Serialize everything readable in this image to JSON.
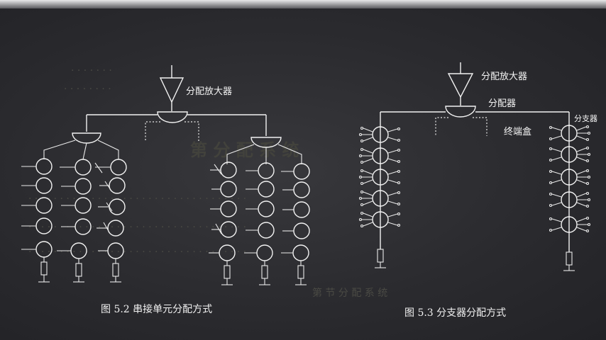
{
  "figure_left": {
    "caption": "图 5.2    串接单元分配方式",
    "amplifier_label": "分配放大器"
  },
  "figure_right": {
    "caption": "图 5.3    分支器分配方式",
    "amplifier_label": "分配放大器",
    "splitter_label": "分配器",
    "terminal_box_label": "终端盒",
    "tap_label": "分支器"
  }
}
